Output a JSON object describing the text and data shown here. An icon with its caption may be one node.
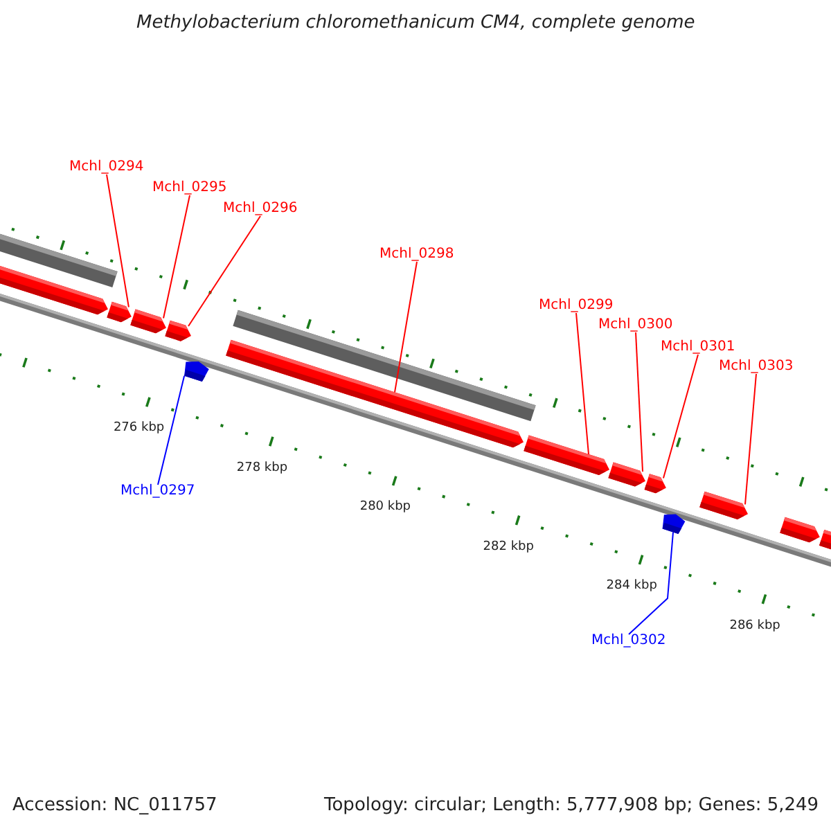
{
  "diagram": {
    "title": "Methylobacterium chloromethanicum CM4, complete genome",
    "nodes": [
      {
        "text": [
          "Mchl_0294"
        ]
      },
      {
        "text": [
          "Mchl_0295"
        ]
      },
      {
        "text": [
          "Mchl_0296"
        ]
      },
      {
        "text": [
          "Mchl_0298"
        ]
      },
      {
        "text": [
          "Mchl_0299"
        ]
      },
      {
        "text": [
          "Mchl_0300"
        ]
      },
      {
        "text": [
          "Mchl_0301"
        ]
      },
      {
        "text": [
          "Mchl_0303"
        ]
      },
      {
        "text": [
          "Mchl_0297"
        ]
      },
      {
        "text": [
          "Mchl_0302"
        ]
      },
      {
        "text": [],
        "shape": "bar"
      },
      {
        "text": [],
        "shape": "arrow"
      },
      {
        "text": [],
        "shape": "arrow"
      },
      {
        "text": [],
        "shape": "arrow"
      },
      {
        "text": [],
        "shape": "arrow"
      },
      {
        "text": [],
        "shape": "pentagon"
      },
      {
        "text": [],
        "shape": "arrow"
      },
      {
        "text": [],
        "shape": "bar"
      },
      {
        "text": [],
        "shape": "arrow"
      },
      {
        "text": [],
        "shape": "arrow"
      },
      {
        "text": [],
        "shape": "arrow"
      },
      {
        "text": [],
        "shape": "pentagon"
      },
      {
        "text": [],
        "shape": "arrow"
      },
      {
        "text": [],
        "shape": "arrow"
      },
      {
        "text": [],
        "shape": "arrow"
      }
    ],
    "edges": [
      {
        "from": 0,
        "to": 12,
        "arrow": "none"
      },
      {
        "from": 1,
        "to": 13,
        "arrow": "none"
      },
      {
        "from": 2,
        "to": 14,
        "arrow": "none"
      },
      {
        "from": 3,
        "to": 16,
        "arrow": "none"
      },
      {
        "from": 4,
        "to": 18,
        "arrow": "none"
      },
      {
        "from": 5,
        "to": 19,
        "arrow": "none"
      },
      {
        "from": 6,
        "to": 20,
        "arrow": "none"
      },
      {
        "from": 7,
        "to": 22,
        "arrow": "none"
      },
      {
        "from": 8,
        "to": 15,
        "arrow": "none",
        "color": "#0000ff"
      },
      {
        "from": 9,
        "to": 21,
        "arrow": "none",
        "color": "#0000ff"
      }
    ],
    "labels": [
      "276 kbp",
      "278 kbp",
      "280 kbp",
      "282 kbp",
      "284 kbp",
      "286 kbp",
      "Accession: NC_011757",
      "Topology: circular; Length: 5,777,908 bp; Genes: 5,249"
    ]
  }
}
